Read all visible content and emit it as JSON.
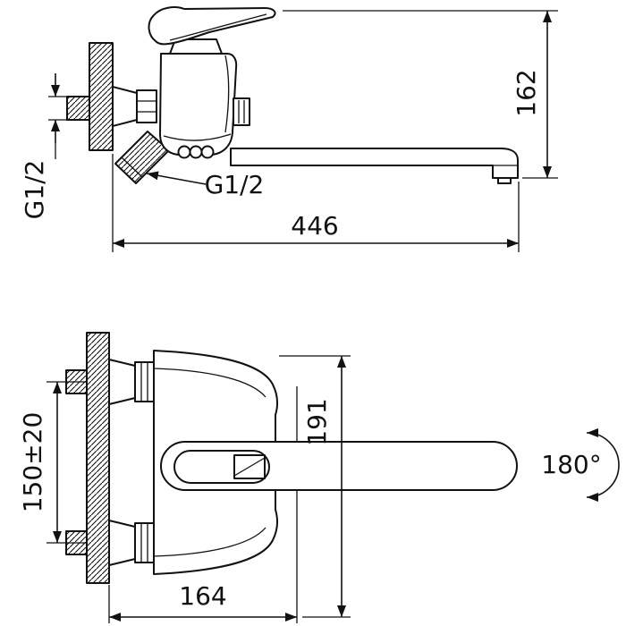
{
  "meta": {
    "background_color": "#ffffff",
    "line_color": "#111111"
  },
  "top_view": {
    "dim_height": "162",
    "dim_spout_reach": "446",
    "thread_size_inlet": "G1/2",
    "thread_size_shower": "G1/2"
  },
  "front_view": {
    "dim_overall_height": "191",
    "dim_mount_centers": "150±20",
    "dim_depth": "164",
    "swivel_angle": "180°"
  }
}
